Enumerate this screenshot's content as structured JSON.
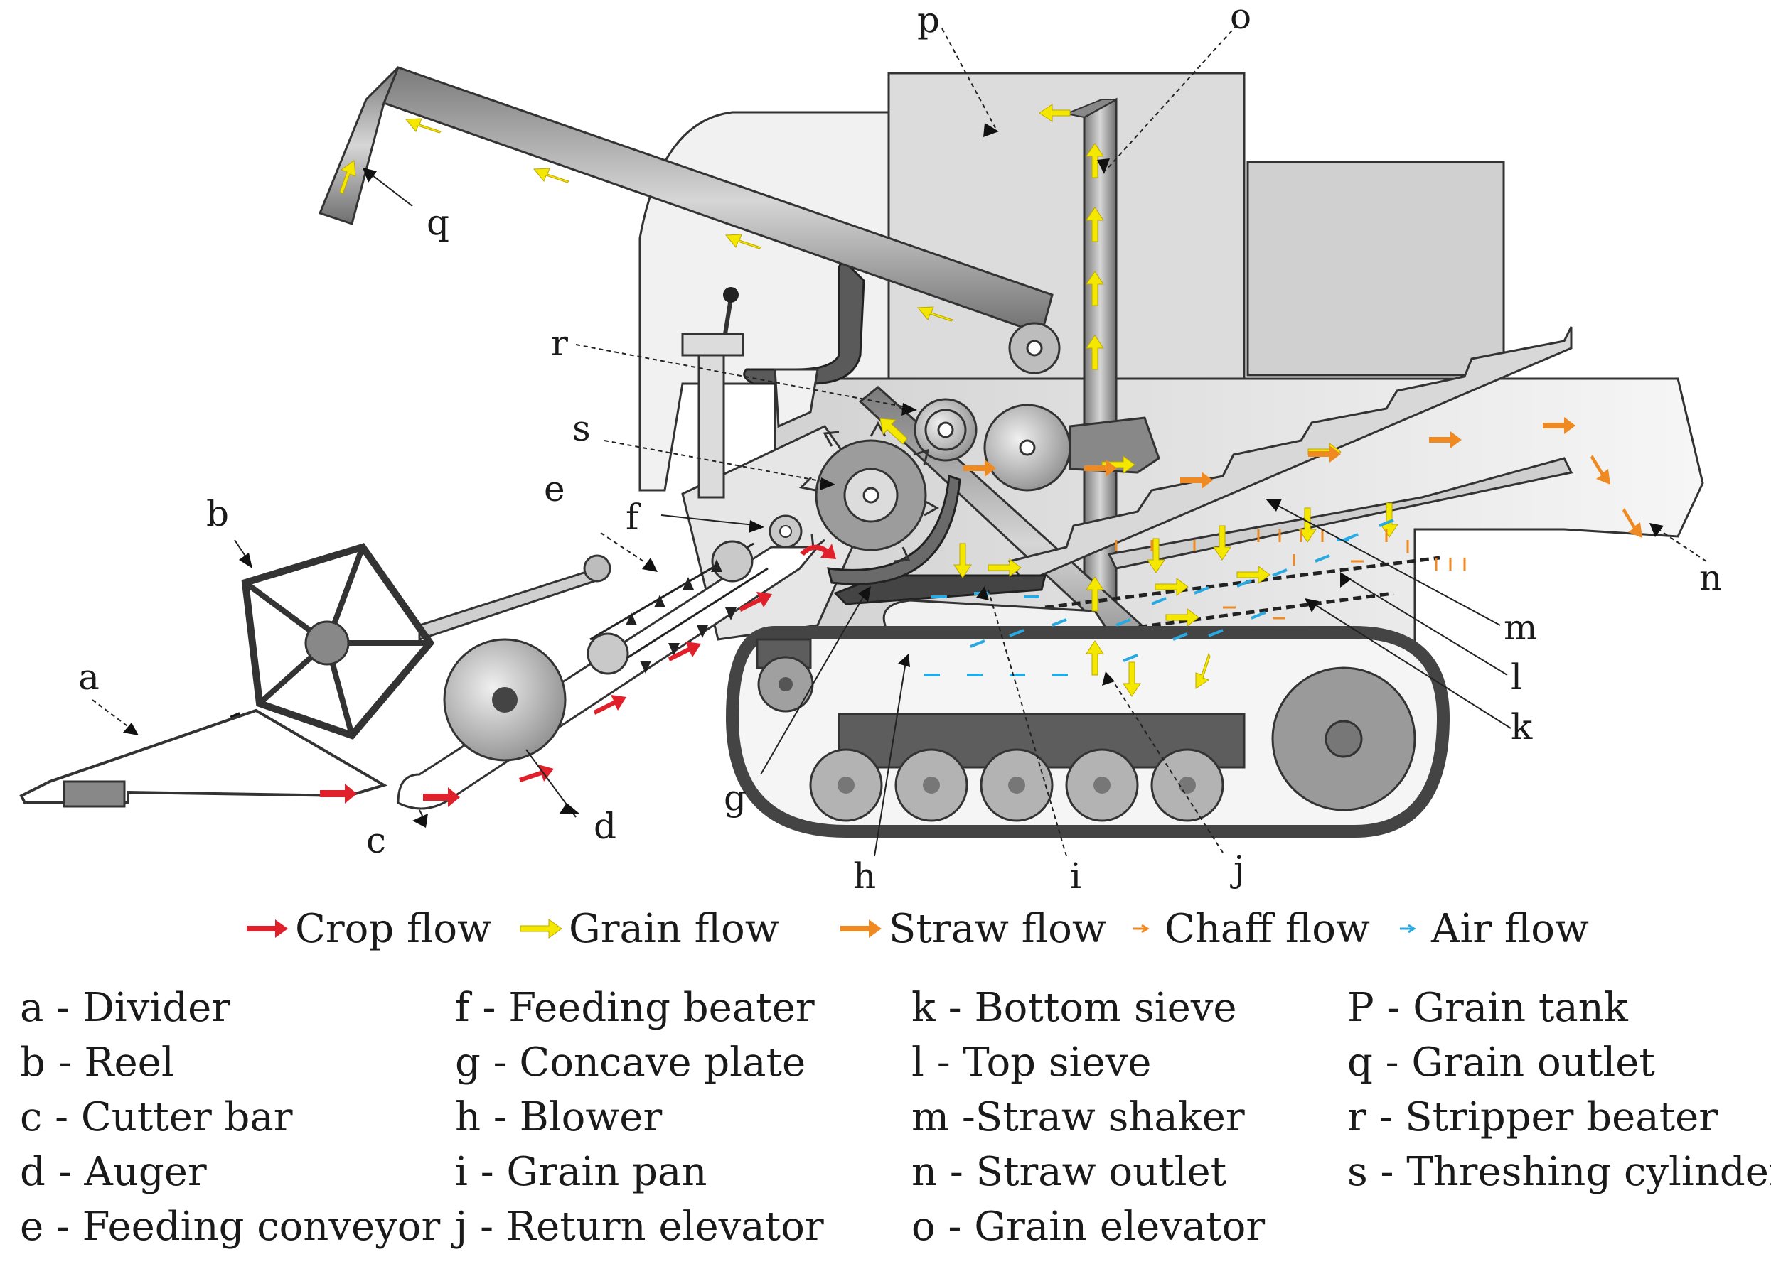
{
  "colors": {
    "crop": "#e0202a",
    "grain": "#f5e800",
    "straw": "#ef8a22",
    "chaff": "#ef8a22",
    "air": "#29a9e1",
    "body_light": "#ececec",
    "body_mid": "#9a9a9a",
    "body_dark": "#595959",
    "outline": "#333333"
  },
  "part_letters": {
    "a": "a",
    "b": "b",
    "c": "c",
    "d": "d",
    "e": "e",
    "f": "f",
    "g": "g",
    "h": "h",
    "i": "i",
    "j": "j",
    "k": "k",
    "l": "l",
    "m": "m",
    "n": "n",
    "o": "o",
    "p": "p",
    "q": "q",
    "r": "r",
    "s": "s"
  },
  "legend": [
    {
      "label": "Crop flow",
      "color": "#e0202a",
      "style": "bold"
    },
    {
      "label": "Grain flow",
      "color": "#f5e800",
      "style": "bold"
    },
    {
      "label": "Straw flow",
      "color": "#ef8a22",
      "style": "bold"
    },
    {
      "label": "Chaff flow",
      "color": "#ef8a22",
      "style": "thin"
    },
    {
      "label": "Air flow",
      "color": "#29a9e1",
      "style": "thin"
    }
  ],
  "key": [
    [
      "a - Divider",
      "b - Reel",
      "c - Cutter bar",
      "d - Auger",
      "e - Feeding conveyor"
    ],
    [
      "f - Feeding beater",
      "g - Concave plate",
      "h - Blower",
      "i - Grain pan",
      "j - Return elevator"
    ],
    [
      "k - Bottom sieve",
      "l - Top sieve",
      "m -Straw shaker",
      "n - Straw outlet",
      "o - Grain elevator"
    ],
    [
      "P - Grain tank",
      "q - Grain outlet",
      "r - Stripper beater",
      "s - Threshing cylinder"
    ]
  ]
}
